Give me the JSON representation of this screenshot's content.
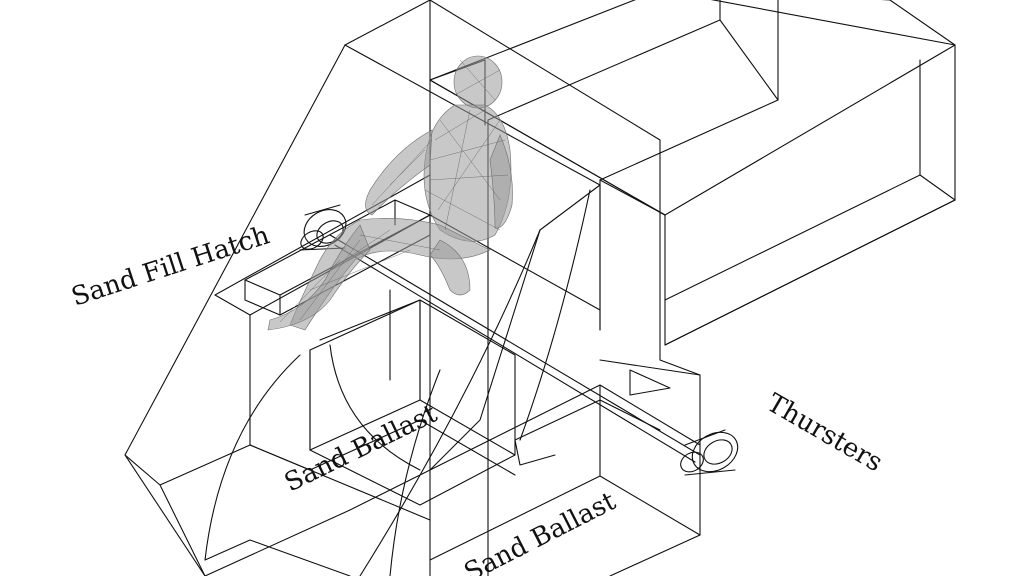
{
  "labels": {
    "sand_fill_hatch": "Sand Fill Hatch",
    "sand_ballast_upper": "Sand Ballast",
    "sand_ballast_lower": "Sand Ballast",
    "thrusters": "Thursters"
  },
  "colors": {
    "line": "#111111",
    "mesh": "#9a9a9a",
    "background": "#ffffff"
  }
}
